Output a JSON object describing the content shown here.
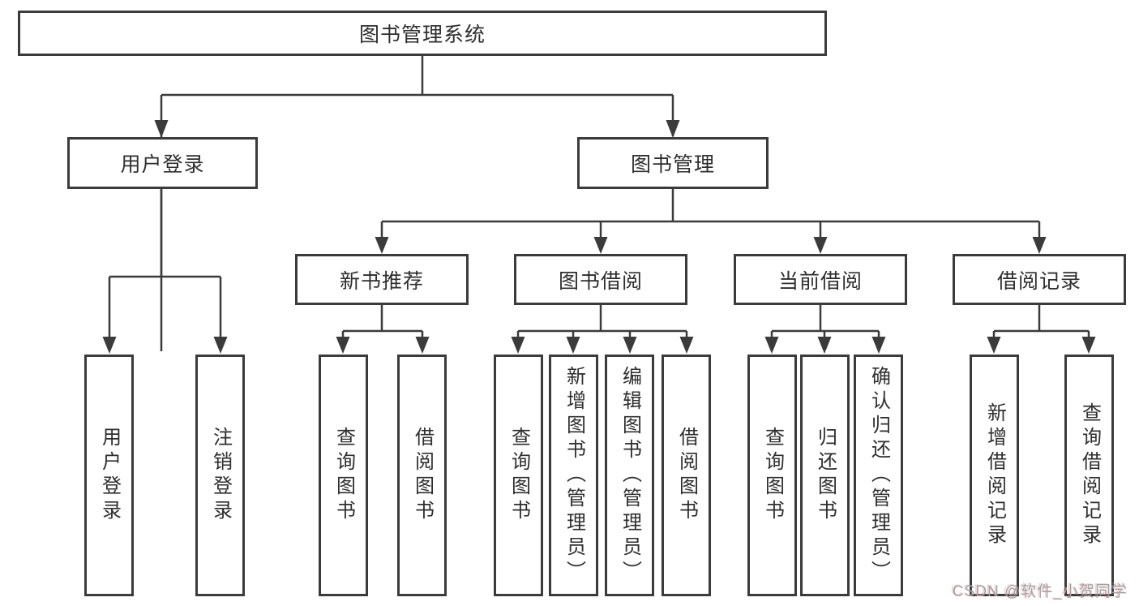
{
  "diagram": {
    "root": {
      "label": "图书管理系统"
    },
    "level2": [
      {
        "label": "用户登录"
      },
      {
        "label": "图书管理"
      }
    ],
    "level3": [
      {
        "label": "新书推荐"
      },
      {
        "label": "图书借阅"
      },
      {
        "label": "当前借阅"
      },
      {
        "label": "借阅记录"
      }
    ],
    "leaves": {
      "user_login": [
        "用户登录",
        "注销登录"
      ],
      "new_books": [
        "查询图书",
        "借阅图书"
      ],
      "book_borrow": [
        "查询图书",
        "新增图书（管理员）",
        "编辑图书（管理员）",
        "借阅图书"
      ],
      "current_borrow": [
        "查询图书",
        "归还图书",
        "确认归还（管理员）"
      ],
      "borrow_records": [
        "新增借阅记录",
        "查询借阅记录"
      ]
    },
    "watermark": "CSDN @软件_小贺同学",
    "colors": {
      "line": "#3b3b3b",
      "border": "#3b3b3b",
      "text": "#2e2e2e",
      "watermark": "#a2a2a2",
      "background": "#ffffff"
    }
  }
}
